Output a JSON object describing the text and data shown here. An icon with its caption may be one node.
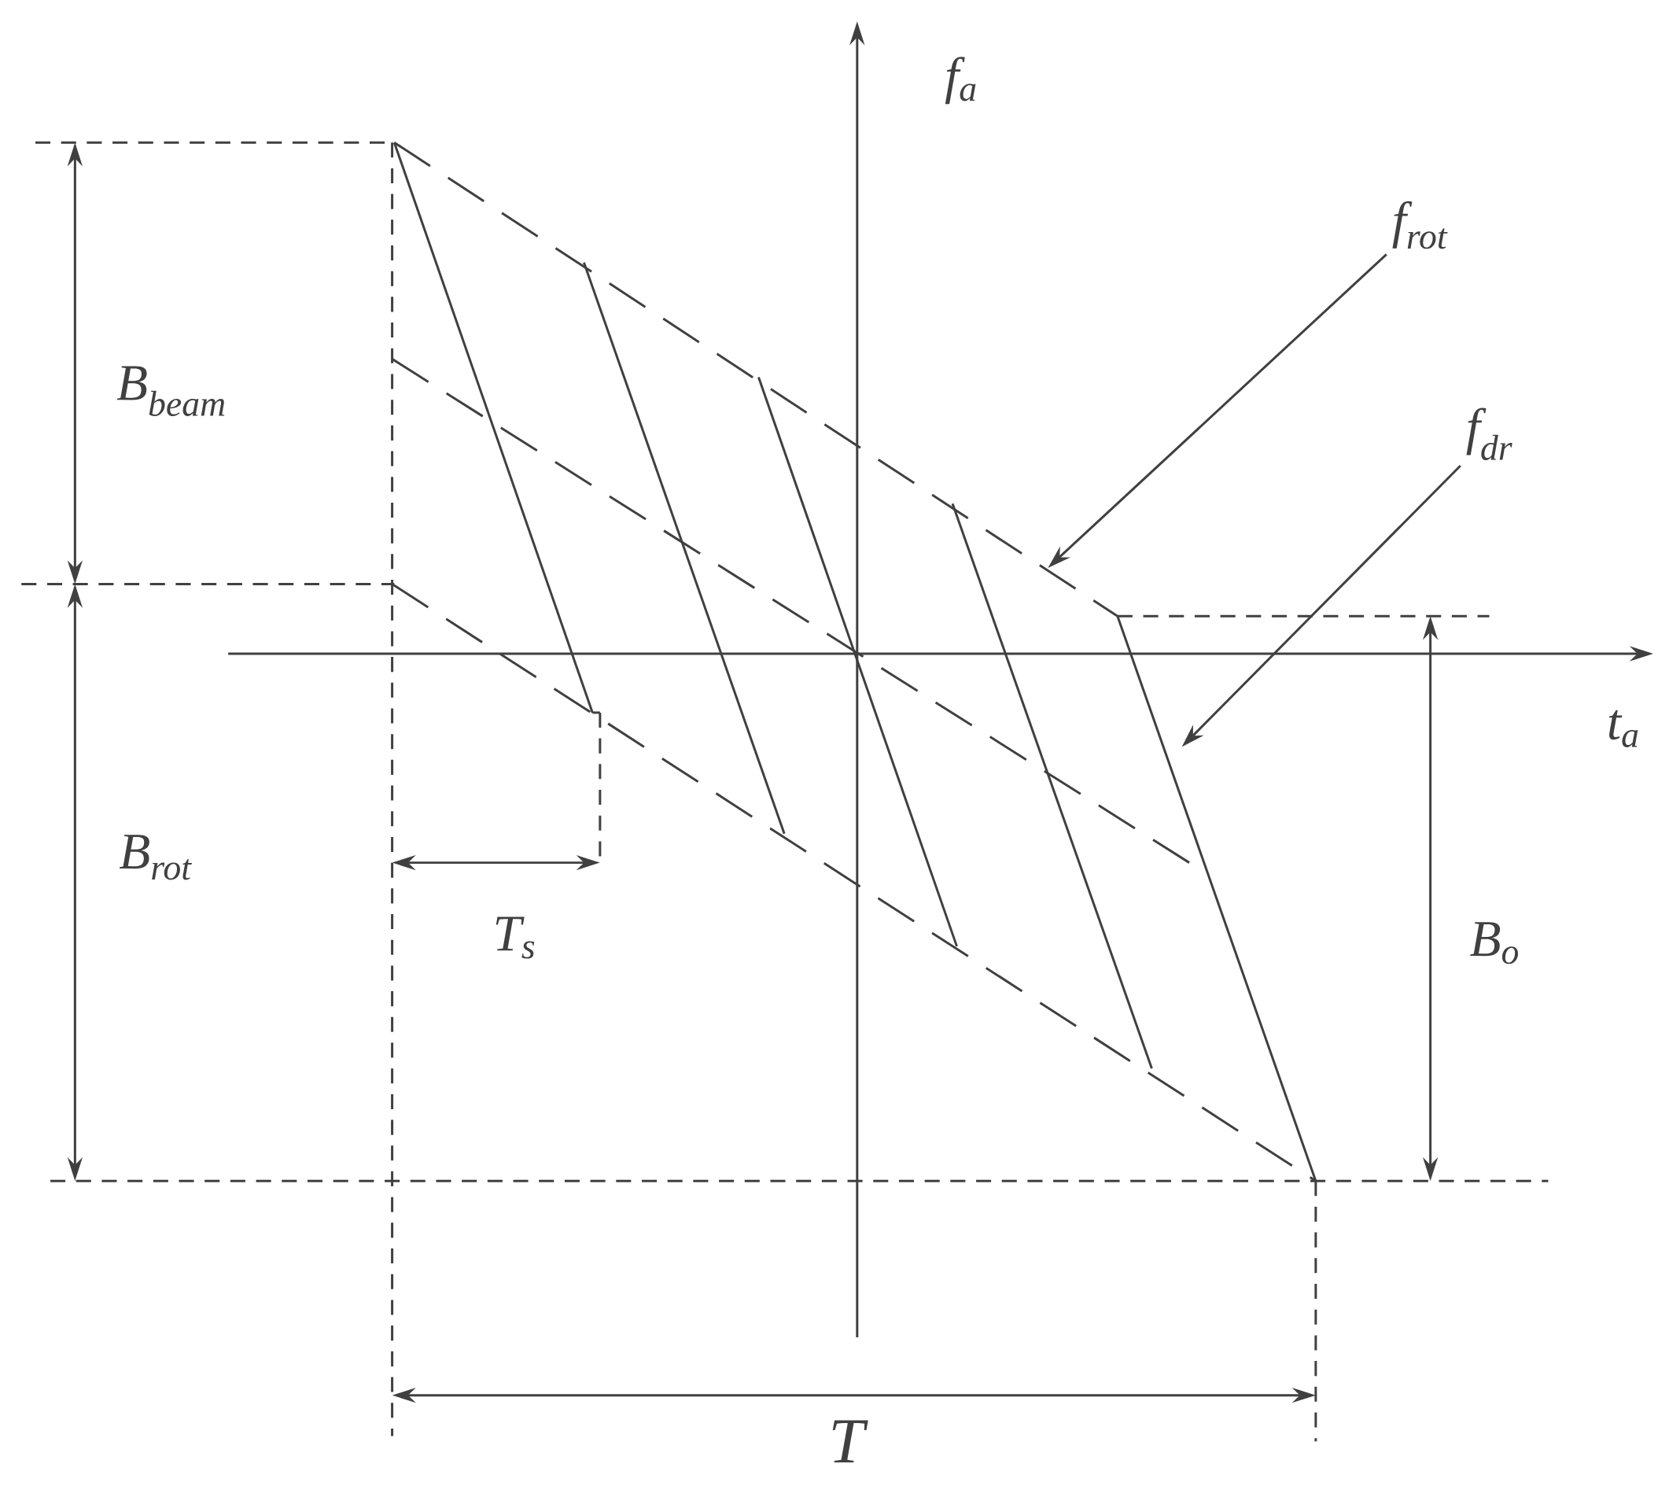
{
  "diagram": {
    "nodes": [
      {
        "text": [
          "f$_{rot}$"
        ]
      },
      {
        "text": [
          "f$_{dr}$"
        ]
      }
    ],
    "edges": [
      {
        "from": 0,
        "to": null,
        "arrow": "to"
      },
      {
        "from": 1,
        "to": null,
        "arrow": "to"
      }
    ],
    "labels": [
      "f$_{a}$",
      "t$_{a}$",
      "B$_{beam}$",
      "B$_{rot}$",
      "T$_{s}$",
      "B$_{o}$",
      "T"
    ]
  }
}
